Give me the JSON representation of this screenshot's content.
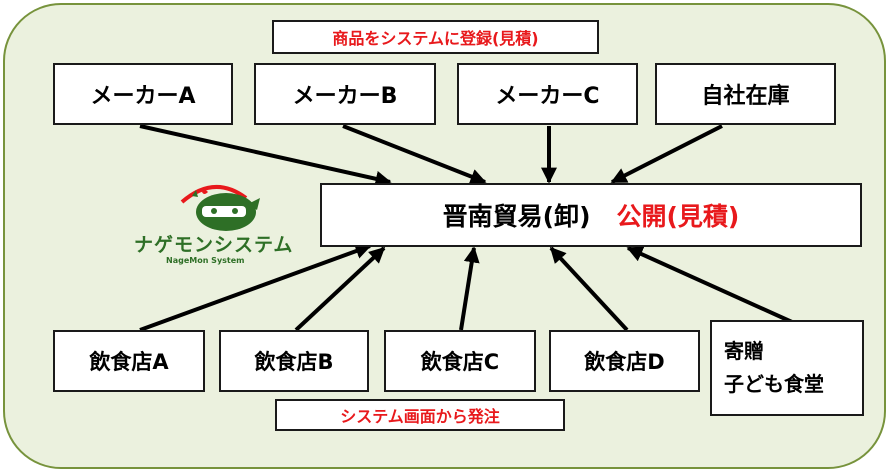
{
  "top_note": "商品をシステムに登録(見積)",
  "bottom_note": "システム画面から発注",
  "suppliers": [
    "メーカーA",
    "メーカーB",
    "メーカーC",
    "自社在庫"
  ],
  "hub": {
    "name": "晋南貿易(卸)",
    "status": "公開(見積)"
  },
  "stores": [
    "飲食店A",
    "飲食店B",
    "飲食店C",
    "飲食店D"
  ],
  "donation": {
    "line1": "寄贈",
    "line2": "子ども食堂"
  },
  "logo": {
    "name": "ナゲモンシステム",
    "sub": "NageMon System"
  },
  "colors": {
    "background": "#ebf1de",
    "border": "#77933c",
    "accent_red": "#e8191c",
    "logo_green": "#2e6f26"
  }
}
